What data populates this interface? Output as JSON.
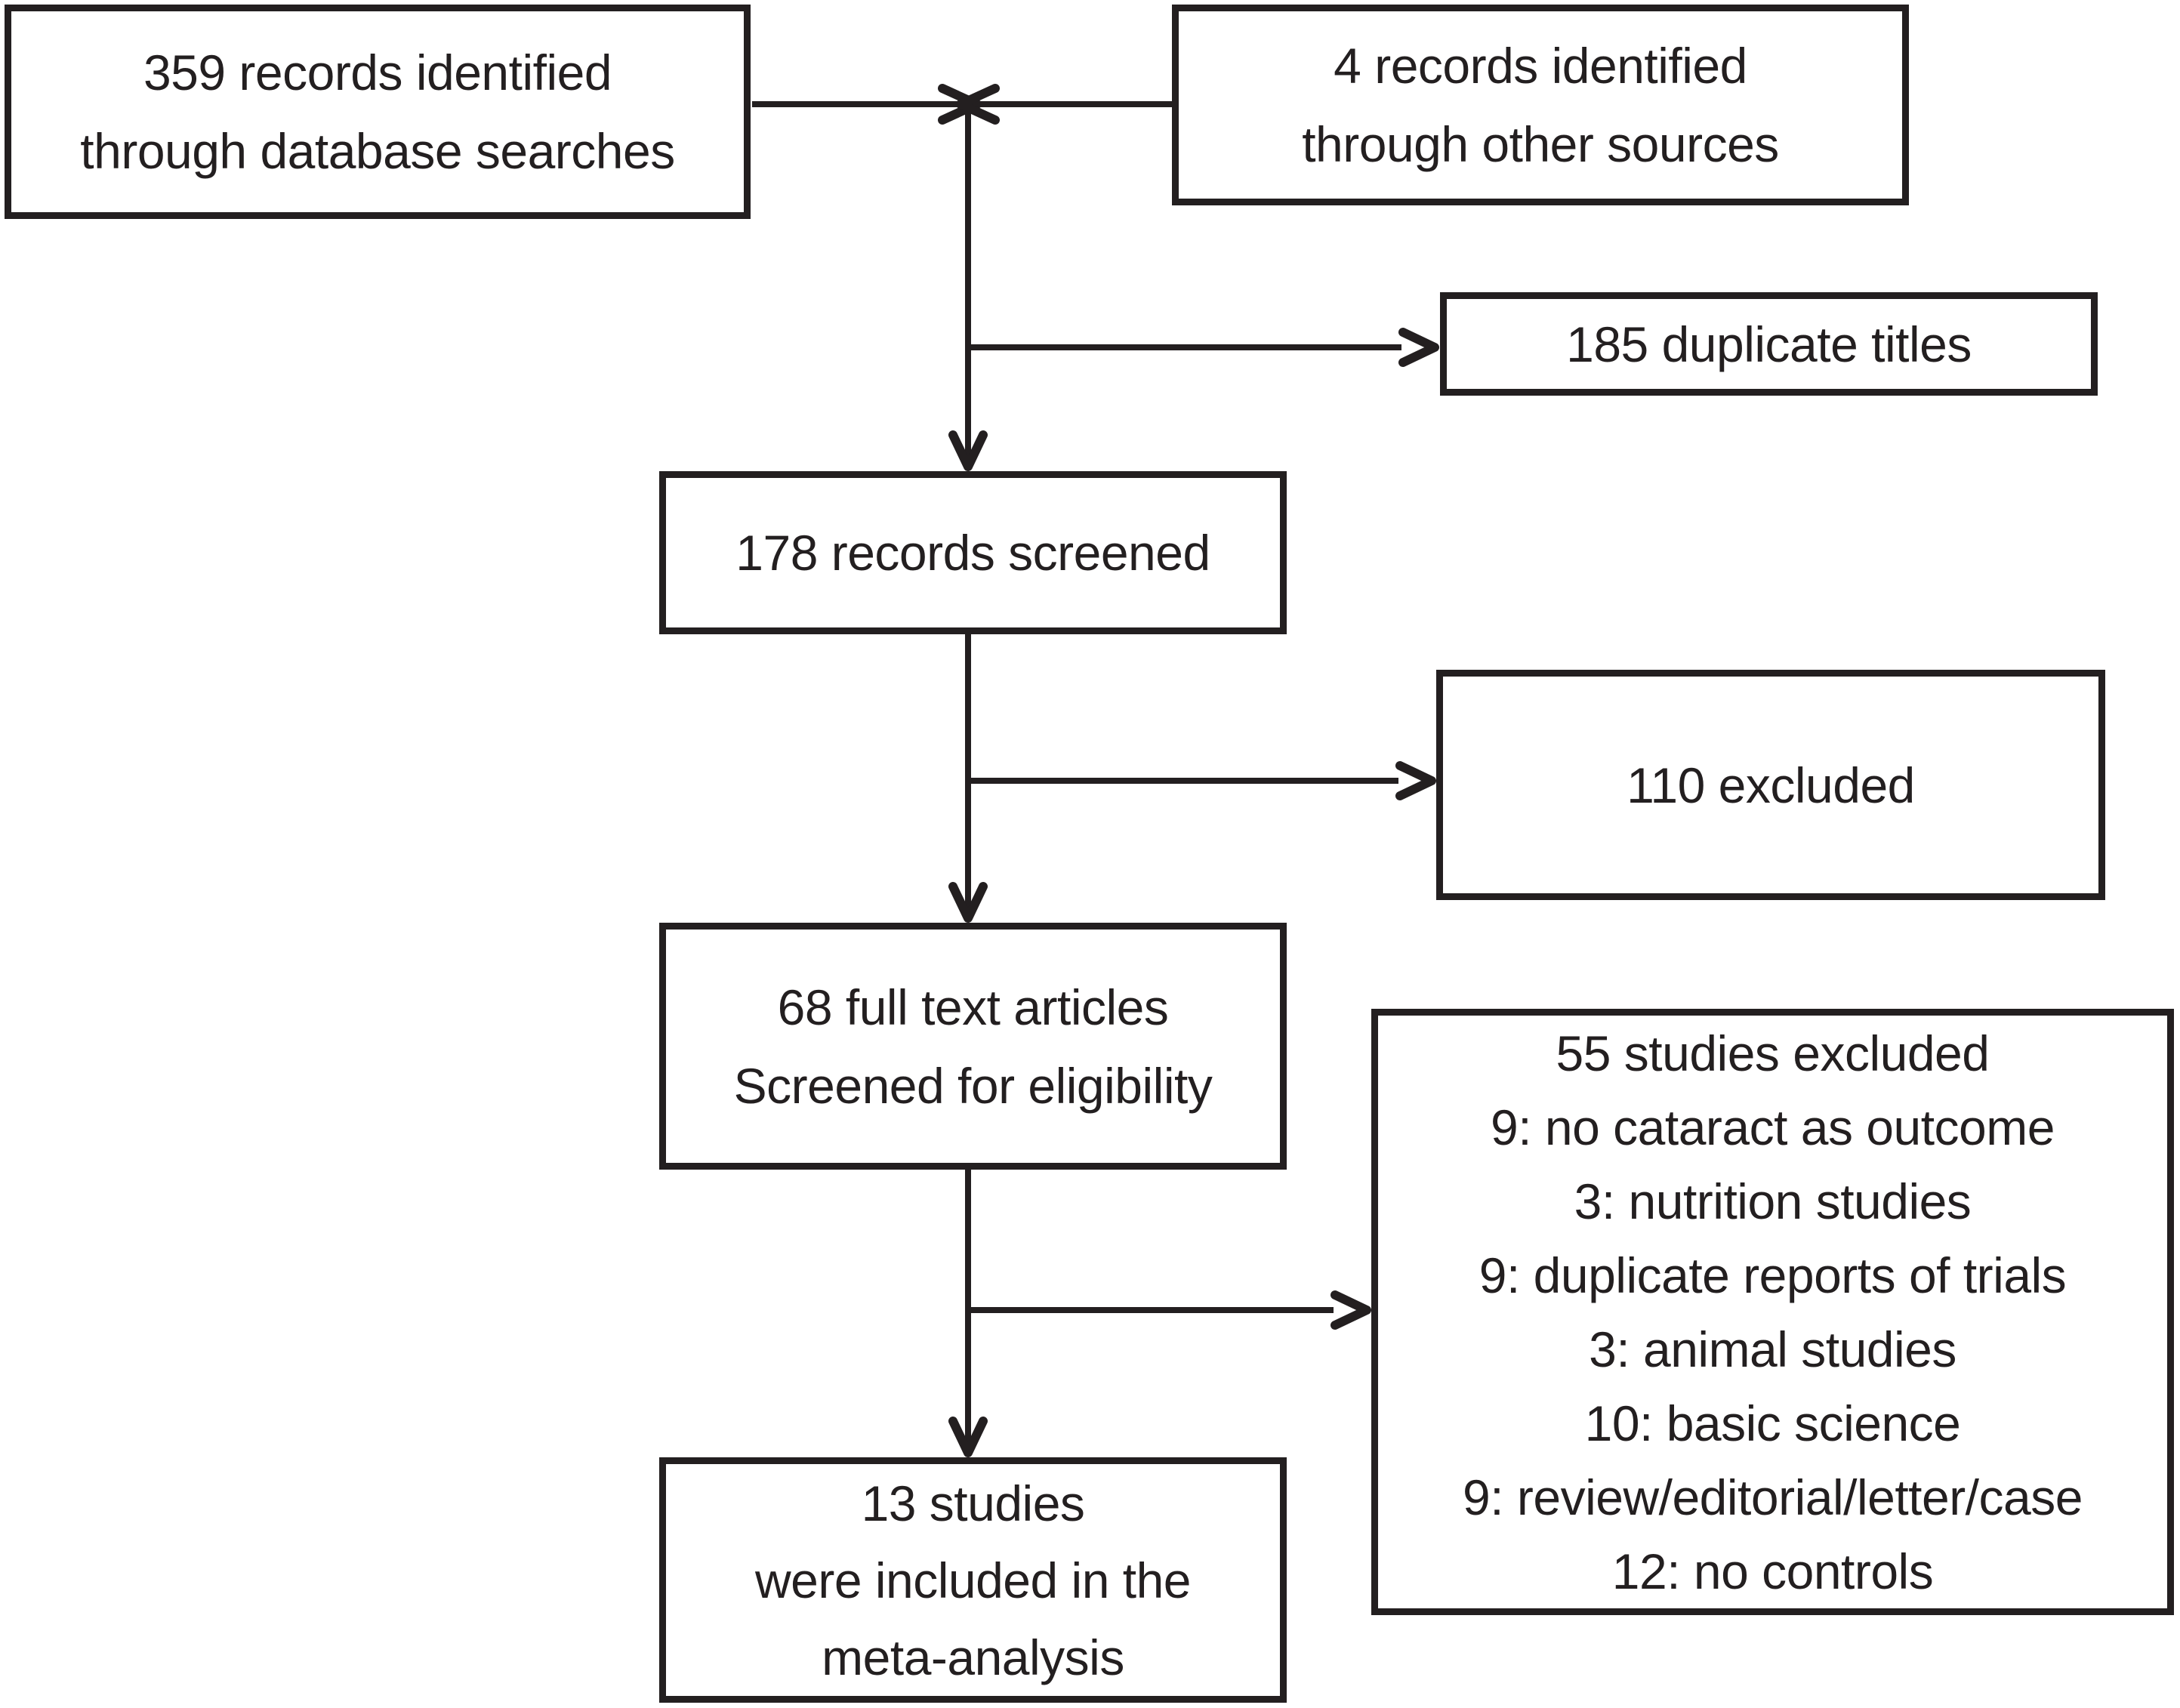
{
  "figure": {
    "kind": "study-selection-flow-diagram",
    "colors": {
      "background": "#ffffff",
      "ink": "#231f20"
    },
    "boxes": {
      "identified_database": {
        "lines": [
          "359 records identified",
          "through database searches"
        ]
      },
      "identified_other": {
        "lines": [
          "4 records identified",
          "through other sources"
        ]
      },
      "duplicate_titles": {
        "lines": [
          "185 duplicate titles"
        ]
      },
      "records_screened": {
        "lines": [
          "178 records screened"
        ]
      },
      "excluded_screening": {
        "lines": [
          "110 excluded"
        ]
      },
      "fulltext_screened": {
        "lines": [
          "68 full text articles",
          "Screened for eligibility"
        ]
      },
      "fulltext_excluded": {
        "lines": [
          "55 studies excluded",
          "9: no cataract as outcome",
          "3: nutrition studies",
          "9: duplicate reports of trials",
          "3: animal studies",
          "10: basic science",
          "9: review/editorial/letter/case",
          "12: no controls"
        ]
      },
      "included_meta_analysis": {
        "lines": [
          "13 studies",
          "were included in the",
          "meta-analysis"
        ]
      }
    }
  }
}
